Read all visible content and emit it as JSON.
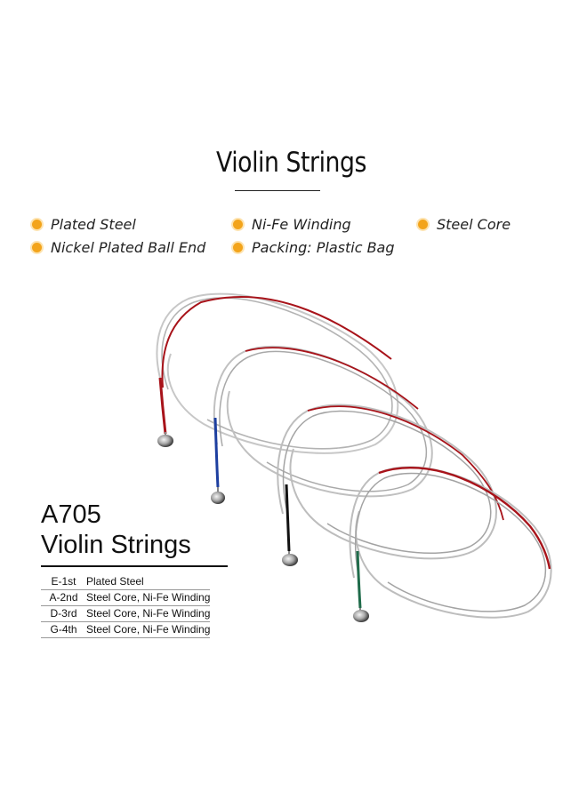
{
  "header": {
    "title": "Violin Strings"
  },
  "features": [
    {
      "label": "Plated Steel"
    },
    {
      "label": "Ni-Fe Winding"
    },
    {
      "label": "Steel Core"
    },
    {
      "label": "Nickel Plated Ball End"
    },
    {
      "label": "Packing: Plastic Bag"
    }
  ],
  "product": {
    "model": "A705",
    "name": "Violin Strings",
    "specs": [
      {
        "string": "E-1st",
        "desc": "Plated Steel"
      },
      {
        "string": "A-2nd",
        "desc": "Steel Core, Ni-Fe Winding"
      },
      {
        "string": "D-3rd",
        "desc": "Steel Core, Ni-Fe Winding"
      },
      {
        "string": "G-4th",
        "desc": "Steel Core, Ni-Fe Winding"
      }
    ]
  },
  "colors": {
    "bullet": "#f3a41b",
    "string_red": "#a8131a",
    "string_silver": "#b9b9b9",
    "wrap_blue": "#1d3fa0",
    "wrap_black": "#111111",
    "wrap_green": "#1f6b4a"
  },
  "icons": {
    "bullet": "orange-dot-icon",
    "ball_end": "ball-end-icon"
  }
}
